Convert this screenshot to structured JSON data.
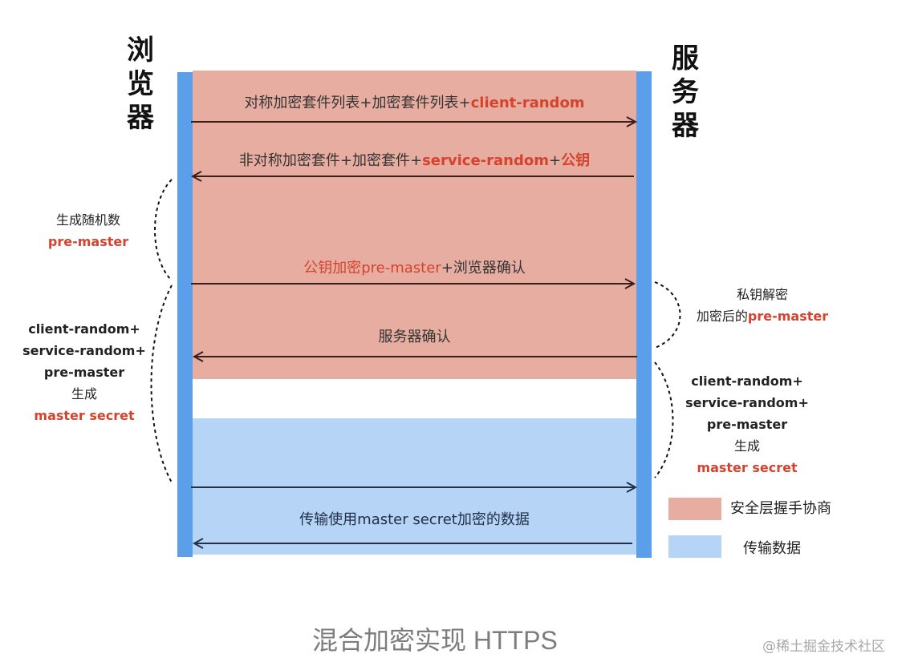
{
  "browser_label": "浏览器",
  "server_label": "服务器",
  "messages": [
    {
      "plain": "对称加密套件列表+加密套件列表+",
      "highlight": "client-random",
      "suffix": ""
    },
    {
      "plain": "非对称加密套件+加密套件+",
      "highlight": "service-random",
      "mid": "+",
      "highlight2": "公钥"
    },
    {
      "highlight": "公钥加密pre-master",
      "plain": "+浏览器确认"
    },
    {
      "plain": "服务器确认"
    },
    {
      "plain": "传输使用master secret加密的数据"
    }
  ],
  "left_notes": {
    "note1_line1": "生成随机数",
    "note1_line2": "pre-master",
    "note2_line1": "client-random+",
    "note2_line2": "service-random+",
    "note2_line3": "pre-master",
    "note2_line4": "生成",
    "note2_line5": "master secret"
  },
  "right_notes": {
    "note1_line1": "私钥解密",
    "note1_line2_plain": "加密后的",
    "note1_line2_red": "pre-master",
    "note2_line1": "client-random+",
    "note2_line2": "service-random+",
    "note2_line3": "pre-master",
    "note2_line4": "生成",
    "note2_line5": "master secret"
  },
  "legend": [
    {
      "label": "安全层握手协商",
      "color": "#e6ada0"
    },
    {
      "label": "传输数据",
      "color": "#b6d4f6"
    }
  ],
  "caption": "混合加密实现 HTTPS",
  "watermark": "@稀土掘金技术社区",
  "colors": {
    "highlight": "#d5432f",
    "bar": "#5b9ee9",
    "arrow": "#3a1e1a",
    "arrow_blue": "#22304a"
  }
}
